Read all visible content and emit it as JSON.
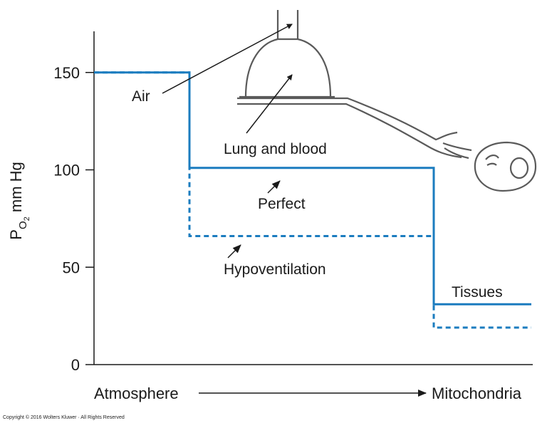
{
  "chart_data": {
    "type": "line",
    "title": "",
    "ylabel": {
      "base": "P",
      "sub1": "O",
      "sub2": "2",
      "rest": " mm Hg"
    },
    "ylim": [
      0,
      175
    ],
    "yticks": [
      0,
      50,
      100,
      150
    ],
    "grid": false,
    "stages": [
      "Atmosphere",
      "Lung and blood",
      "Tissues"
    ],
    "series": [
      {
        "style": "solid",
        "values": [
          150,
          101,
          31
        ]
      },
      {
        "style": "dashed",
        "values": [
          150,
          66,
          19
        ]
      }
    ],
    "xaxis": {
      "start_label": "Atmosphere",
      "end_label": "Mitochondria"
    },
    "annotations": {
      "air": "Air",
      "lung_and_blood": "Lung and blood",
      "perfect": "Perfect",
      "hypoventilation": "Hypoventilation",
      "tissues": "Tissues"
    },
    "colors": {
      "line": "#1b7cbf",
      "ink": "#1a1a1a",
      "drawing": "#5a5a5a"
    }
  },
  "footer": {
    "copyright": "Copyright © 2016 Wolters Kluwer · All Rights Reserved"
  }
}
